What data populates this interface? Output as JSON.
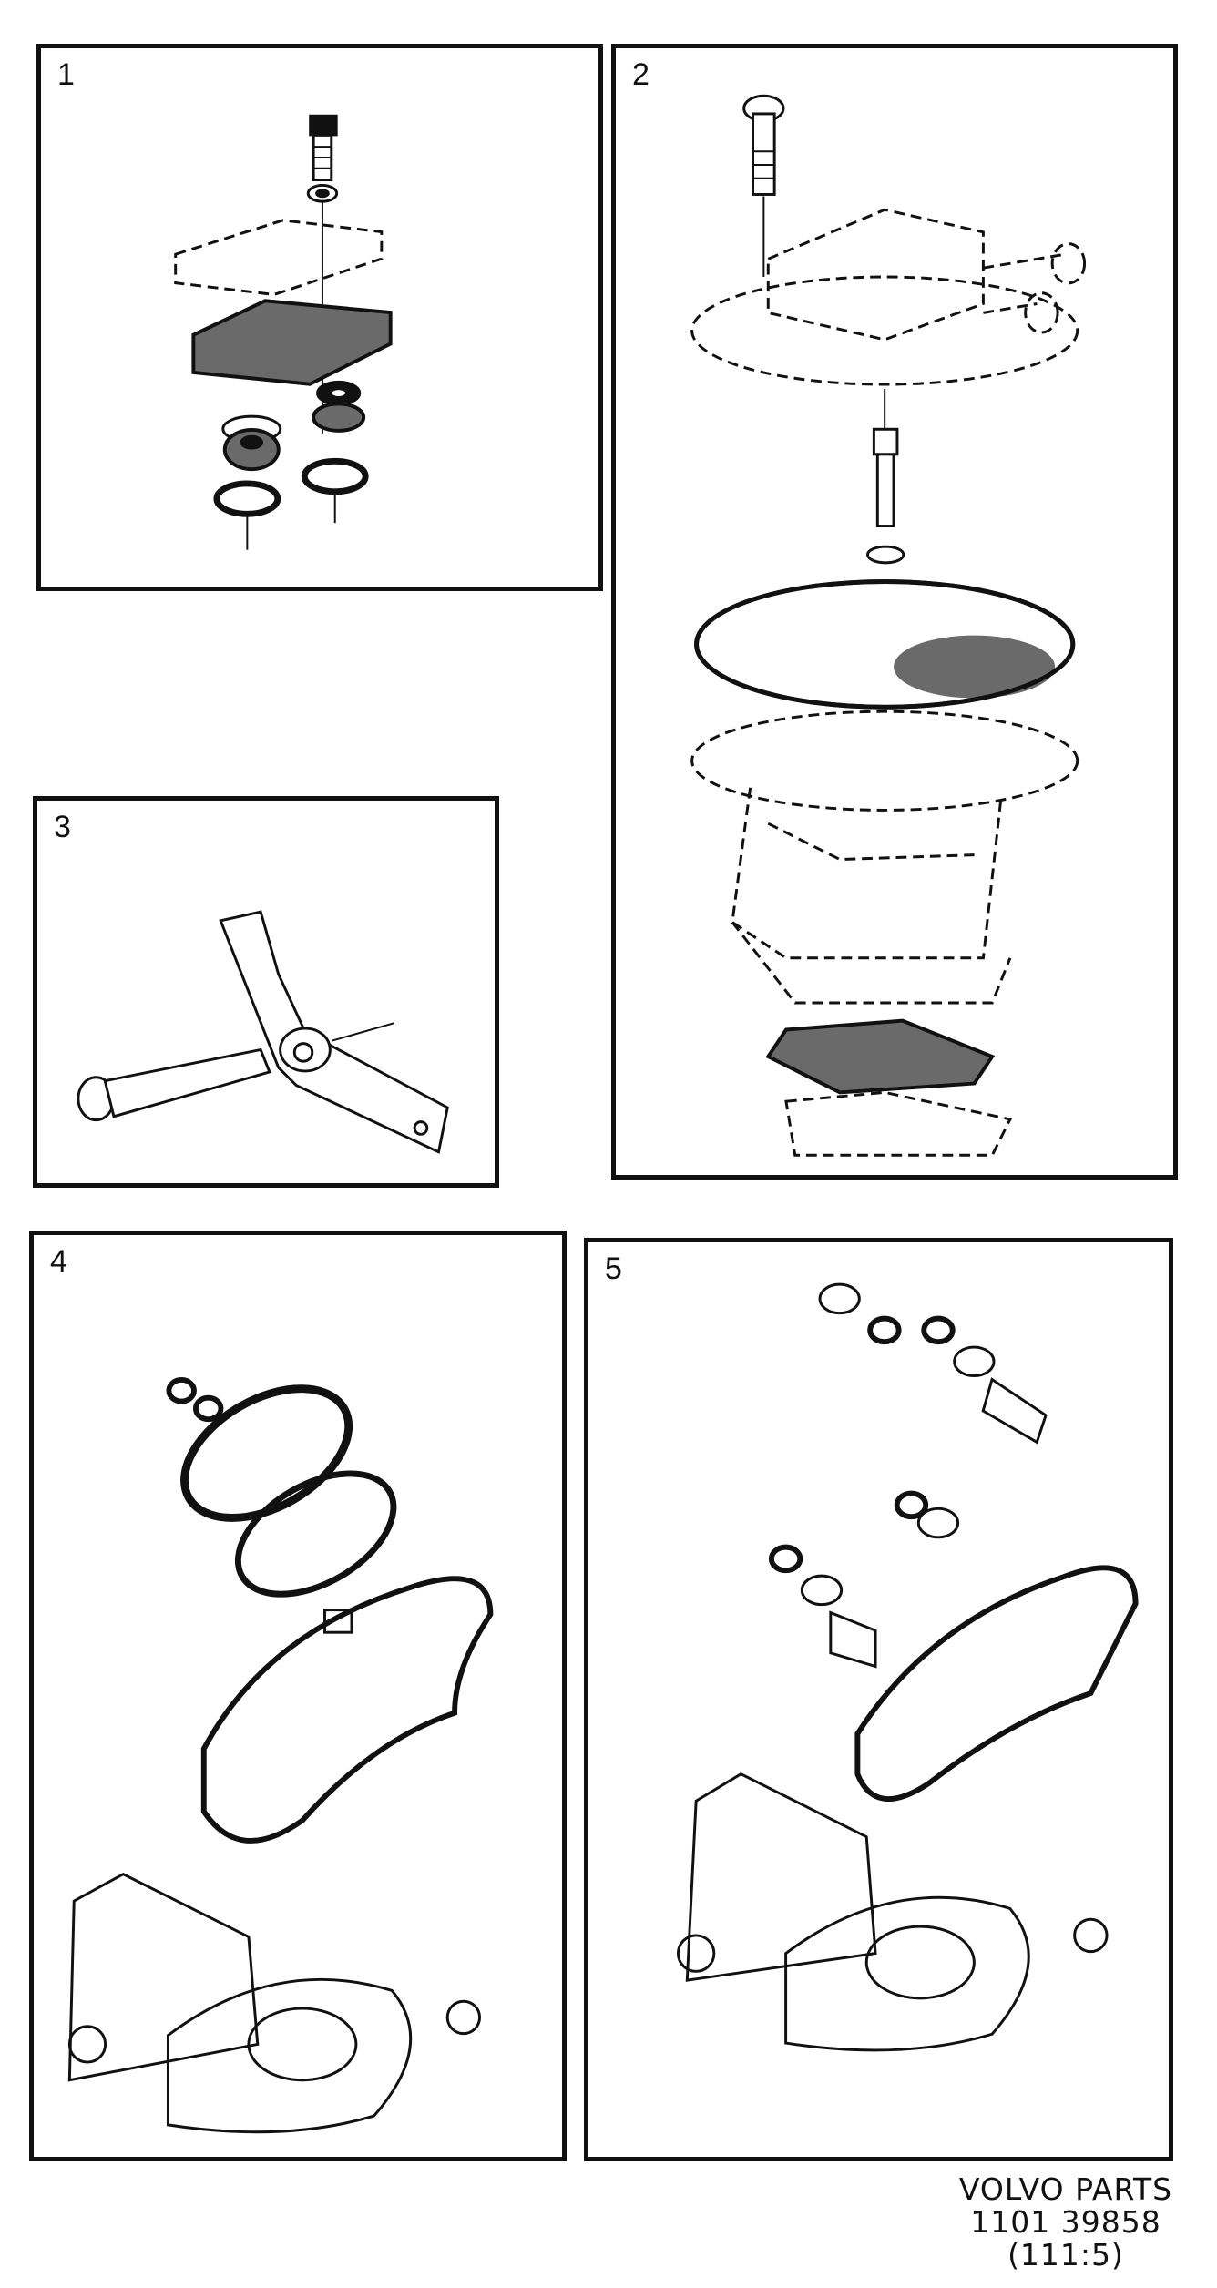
{
  "panels": [
    {
      "number": "1",
      "parts": [
        "screw",
        "washer",
        "cover",
        "gasket",
        "valve-left",
        "valve-right",
        "seal-ring-left",
        "seal-ring-right"
      ]
    },
    {
      "number": "2",
      "parts": [
        "bolt",
        "pump-top-cover",
        "bolt-lower",
        "washer",
        "diaphragm",
        "pump-housing",
        "flange-gasket"
      ]
    },
    {
      "number": "3",
      "parts": [
        "pivot-pin",
        "rocker-lever"
      ]
    },
    {
      "number": "4",
      "parts": [
        "seal-rings",
        "large-ring",
        "o-ring",
        "small-seal",
        "housing-gasket",
        "pump-body"
      ]
    },
    {
      "number": "5",
      "parts": [
        "valve-assembly-upper",
        "valve-assembly-middle",
        "valve-assembly-lower",
        "housing-gasket",
        "pump-body"
      ]
    }
  ],
  "footer": {
    "brand": "VOLVO PARTS",
    "code": "1101 39858",
    "ref": "(111:5)"
  }
}
